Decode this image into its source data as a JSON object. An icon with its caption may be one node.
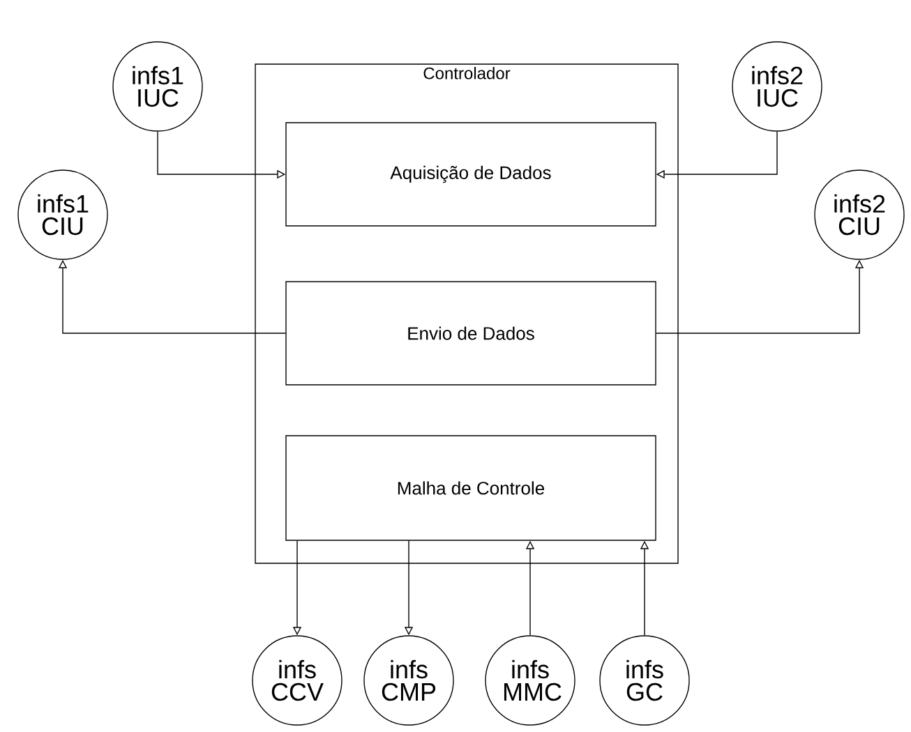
{
  "diagram": {
    "nodes": [
      {
        "text": [
          "Controlador"
        ]
      },
      {
        "text": [
          "Aquisição de Dados"
        ],
        "in": 0
      },
      {
        "text": [
          "Envio de Dados"
        ],
        "in": 0
      },
      {
        "text": [
          "Malha de Controle"
        ],
        "in": 0
      },
      {
        "text": [
          "infs1 IUC"
        ]
      },
      {
        "text": [
          "infs1 CIU"
        ]
      },
      {
        "text": [
          "infs2 IUC"
        ]
      },
      {
        "text": [
          "infs2 CIU"
        ]
      },
      {
        "text": [
          "infs CCV"
        ]
      },
      {
        "text": [
          "infs CMP"
        ]
      },
      {
        "text": [
          "infs MMC"
        ]
      },
      {
        "text": [
          "infs GC"
        ]
      }
    ],
    "edges": [
      {
        "from": 4,
        "to": 1,
        "arrow": "to"
      },
      {
        "from": 6,
        "to": 1,
        "arrow": "to"
      },
      {
        "from": 2,
        "to": 5,
        "arrow": "to"
      },
      {
        "from": 2,
        "to": 7,
        "arrow": "to"
      },
      {
        "from": 3,
        "to": 8,
        "arrow": "to"
      },
      {
        "from": 3,
        "to": 9,
        "arrow": "to"
      },
      {
        "from": 10,
        "to": 3,
        "arrow": "to"
      },
      {
        "from": 11,
        "to": 3,
        "arrow": "to"
      }
    ]
  }
}
